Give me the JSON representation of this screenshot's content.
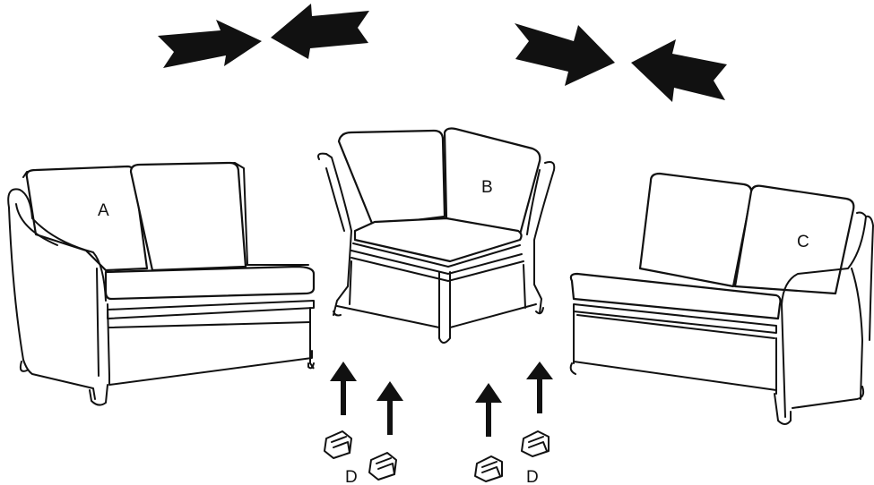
{
  "labels": {
    "a": "A",
    "b": "B",
    "c": "C",
    "d_left": "D",
    "d_right": "D"
  },
  "icons": {
    "join_arrow": "notched-arrow-icon",
    "up_arrow": "up-arrow-icon",
    "clip": "connector-clip-icon"
  },
  "colors": {
    "ink": "#111111",
    "background": "#ffffff"
  }
}
